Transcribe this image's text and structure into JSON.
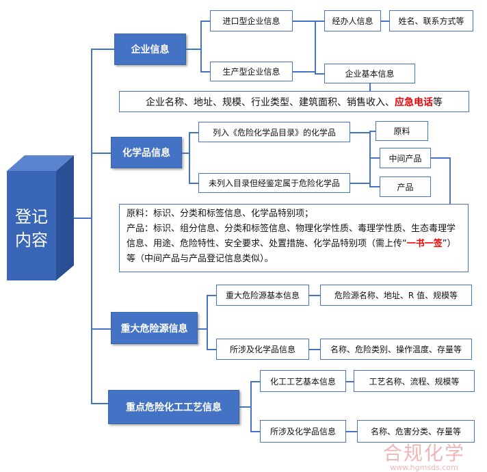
{
  "root": {
    "line1": "登记",
    "line2": "内容"
  },
  "enterprise": {
    "title": "企业信息",
    "import": "进口型企业信息",
    "production": "生产型企业信息",
    "agent": "经办人信息",
    "agent_detail": "姓名、联系方式等",
    "basic": "企业基本信息",
    "detail_pre": "企业名称、地址、规模、行业类型、建筑面积、销售收入、",
    "detail_red": "应急电话",
    "detail_post": "等"
  },
  "chemical": {
    "title": "化学品信息",
    "listed": "列入《危险化学品目录》的化学品",
    "unlisted": "未列入目录但经鉴定属于危险化学品",
    "raw": "原料",
    "intermediate": "中间产品",
    "product": "产品",
    "note1": "原料：标识、分类和标签信息、化学品特别项；",
    "note2": "产品：标识、组分信息、分类和标签信息、物理化学性质、毒理学性质、生态毒理学信息、用途、危险特性、安全要求、处置措施、化学品特别项（需上传“",
    "note_red": "一书一签",
    "note3": "”）等（中间产品与产品登记信息类似）。"
  },
  "hazard": {
    "title": "重大危险源信息",
    "basic": "重大危险源基本信息",
    "basic_detail": "危险源名称、地址、R 值、规模等",
    "chem": "所涉及化学品信息",
    "chem_detail": "名称、危险类别、操作温度、存量等"
  },
  "process": {
    "title": "重点危险化工工艺信息",
    "basic": "化工工艺基本信息",
    "basic_detail": "工艺名称、流程、规模等",
    "chem": "所涉及化学品信息",
    "chem_detail": "名称、危害分类、存量等"
  },
  "watermark": {
    "title": "合规化学",
    "url": "www.hgmsds.com"
  },
  "colors": {
    "primary": "#4472C4",
    "accent": "#e00000"
  }
}
